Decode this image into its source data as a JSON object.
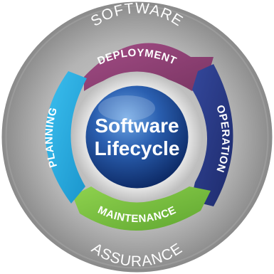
{
  "outer_ring": {
    "top_label": "SOFTWARE",
    "bottom_label": "ASSURANCE"
  },
  "center": {
    "line1": "Software",
    "line2": "Lifecycle"
  },
  "phases": [
    {
      "label": "DEPLOYMENT",
      "color": "#8e3f72"
    },
    {
      "label": "OPERATION",
      "color": "#2a3a86"
    },
    {
      "label": "MAINTENANCE",
      "color": "#7dc242"
    },
    {
      "label": "PLANNING",
      "color": "#29aee3"
    }
  ]
}
